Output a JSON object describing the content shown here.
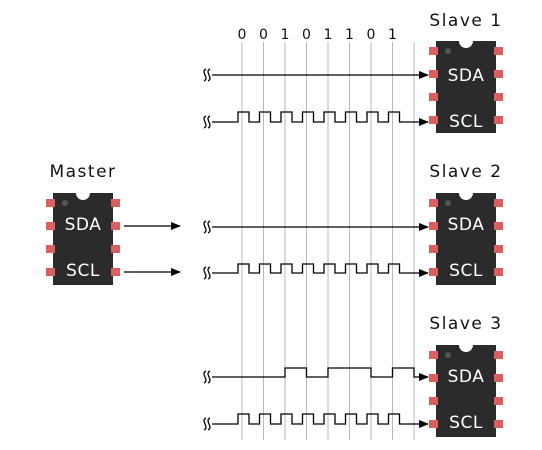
{
  "bits": [
    "0",
    "0",
    "1",
    "0",
    "1",
    "1",
    "0",
    "1"
  ],
  "master": {
    "title": "Master",
    "pin1": "SDA",
    "pin2": "SCL"
  },
  "slaves": [
    {
      "title": "Slave 1",
      "pin1": "SDA",
      "pin2": "SCL"
    },
    {
      "title": "Slave 2",
      "pin1": "SDA",
      "pin2": "SCL"
    },
    {
      "title": "Slave 3",
      "pin1": "SDA",
      "pin2": "SCL"
    }
  ],
  "colors": {
    "chip_body": "#2b2b2b",
    "pin": "#d9605f",
    "wire": "#000000",
    "grid": "#b8b8b8"
  }
}
